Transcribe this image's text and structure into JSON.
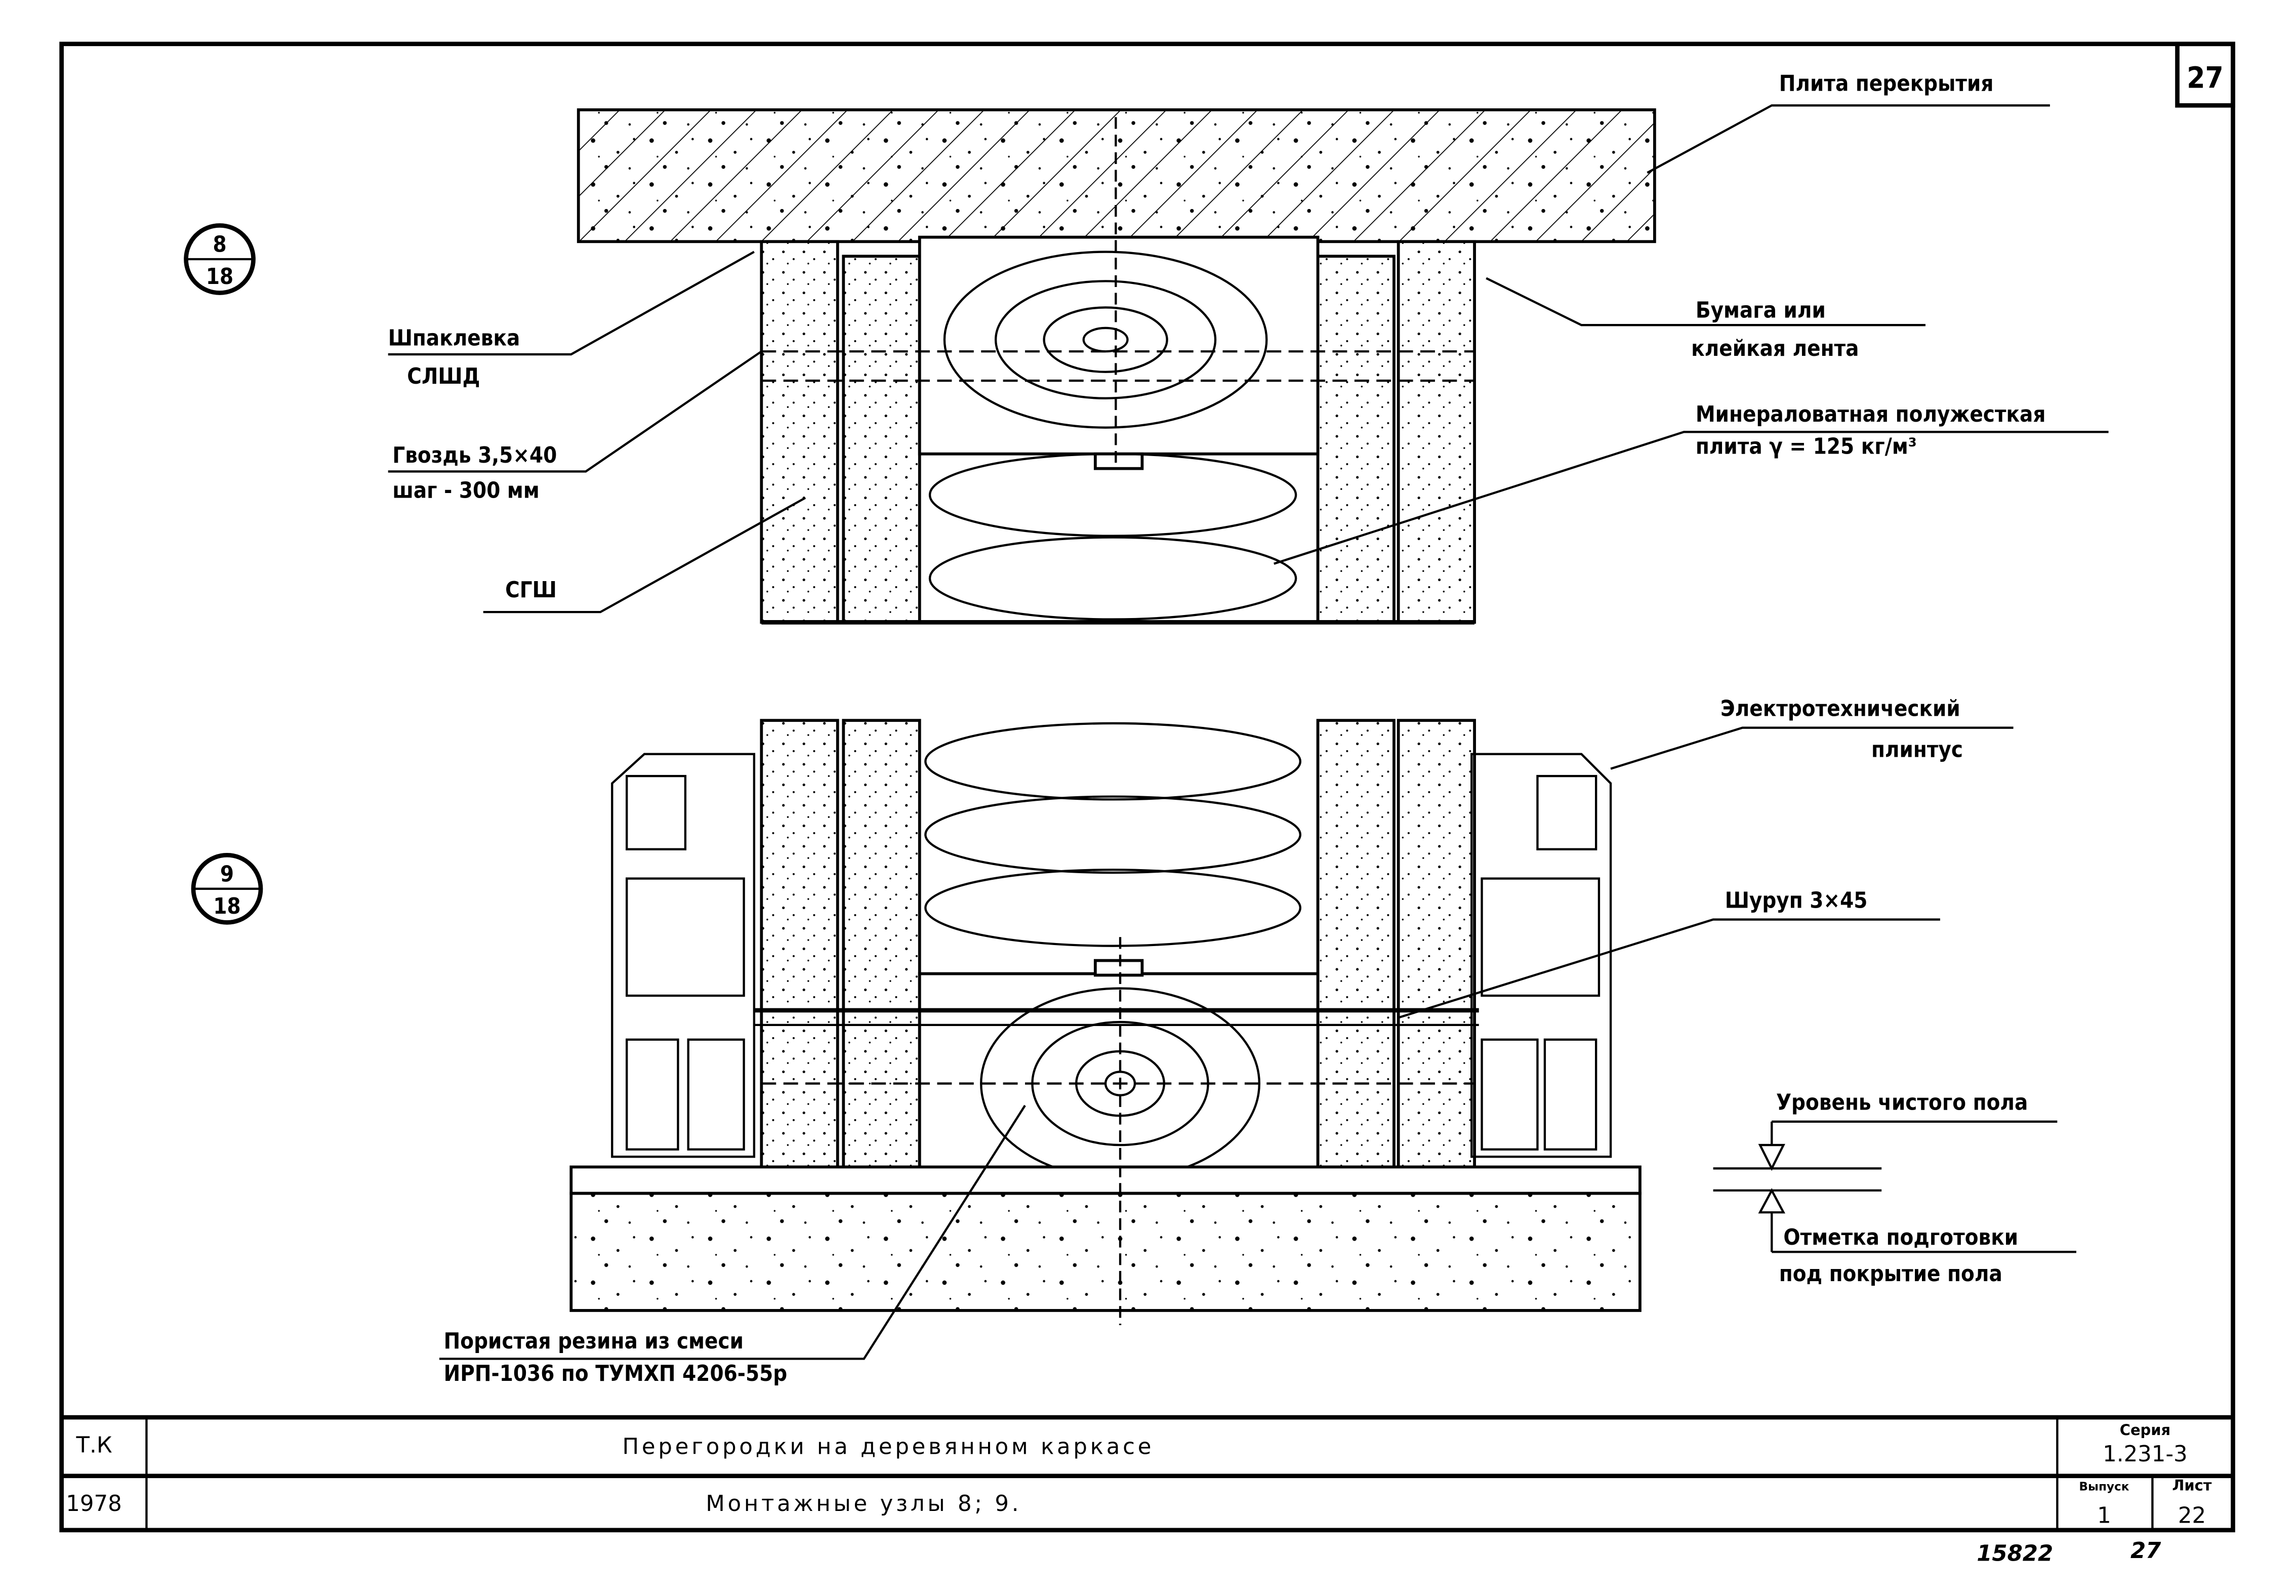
{
  "sheet_number": "27",
  "node_markers": [
    {
      "top": "8",
      "bottom": "18"
    },
    {
      "top": "9",
      "bottom": "18"
    }
  ],
  "labels": {
    "floor_slab": "Плита перекрытия",
    "putty_line1": "Шпаклевка",
    "putty_line2": "СЛШД",
    "paper_line1": "Бумага или",
    "paper_line2": "клейкая лента",
    "nail_line1": "Гвоздь 3,5×40",
    "nail_line2": "шаг - 300 мм",
    "mineral_line1": "Минераловатная полужесткая",
    "mineral_line2": "плита γ = 125 кг/м³",
    "sgsh": "СГШ",
    "plinth_line1": "Электротехнический",
    "plinth_line2": "плинтус",
    "screw": "Шуруп 3×45",
    "clean_floor": "Уровень чистого пола",
    "prep_line1": "Отметка подготовки",
    "prep_line2": "под покрытие пола",
    "rubber_line1": "Пористая резина из смеси",
    "rubber_line2": "ИРП-1036 по ТУМХП 4206-55р"
  },
  "title_block": {
    "code": "Т.К",
    "year": "1978",
    "title": "Перегородки на деревянном каркасе",
    "subtitle": "Монтажные узлы 8; 9.",
    "series_label": "Серия",
    "series_value": "1.231-3",
    "issue_label": "Выпуск",
    "issue_value": "1",
    "sheet_label": "Лист",
    "sheet_value": "22"
  },
  "footer": {
    "inventory": "15822",
    "page": "27"
  }
}
